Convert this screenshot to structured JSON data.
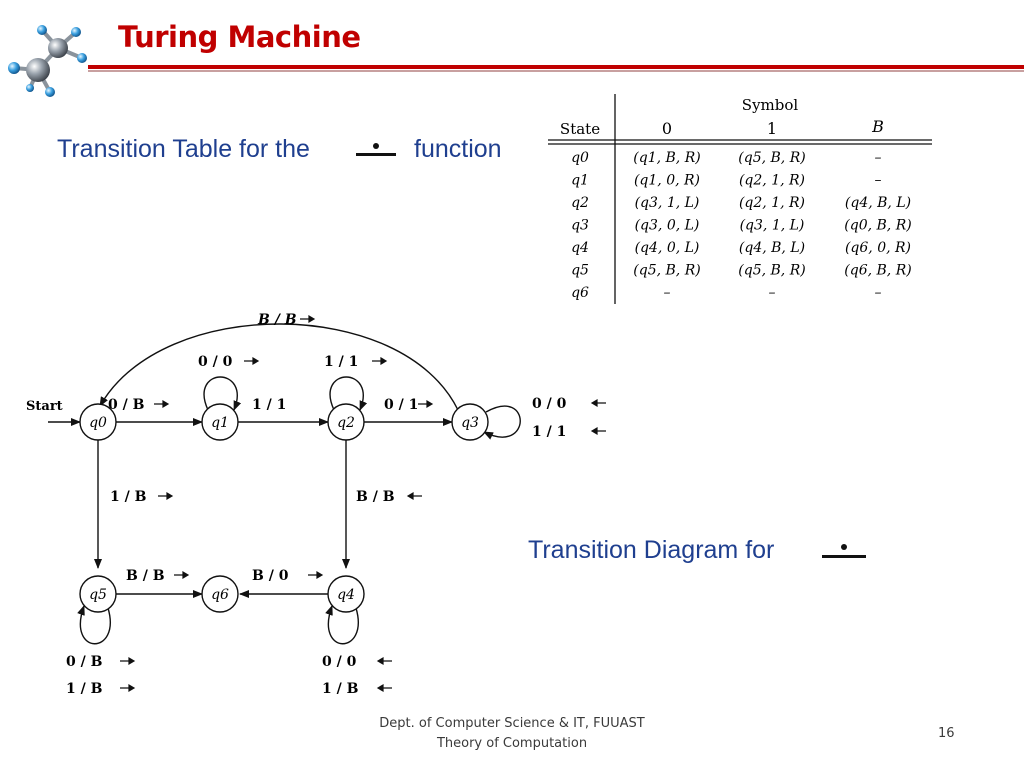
{
  "slide": {
    "title": "Turing Machine",
    "table_caption_prefix": "Transition Table for the",
    "table_caption_suffix": "function",
    "diagram_caption": "Transition Diagram for",
    "footer_line1": "Dept. of Computer Science & IT, FUUAST",
    "footer_line2": "Theory of Computation",
    "page_number": "16",
    "accent_color": "#c00000",
    "caption_color": "#1f3f8f"
  },
  "transition_table": {
    "corner_header": "State",
    "group_header": "Symbol",
    "symbols": [
      "0",
      "1",
      "B"
    ],
    "rows": [
      {
        "state": "q0",
        "cells": [
          "(q1, B, R)",
          "(q5, B, R)",
          "–"
        ]
      },
      {
        "state": "q1",
        "cells": [
          "(q1, 0, R)",
          "(q2, 1, R)",
          "–"
        ]
      },
      {
        "state": "q2",
        "cells": [
          "(q3, 1, L)",
          "(q2, 1, R)",
          "(q4, B, L)"
        ]
      },
      {
        "state": "q3",
        "cells": [
          "(q3, 0, L)",
          "(q3, 1, L)",
          "(q0, B, R)"
        ]
      },
      {
        "state": "q4",
        "cells": [
          "(q4, 0, L)",
          "(q4, B, L)",
          "(q6, 0, R)"
        ]
      },
      {
        "state": "q5",
        "cells": [
          "(q5, B, R)",
          "(q5, B, R)",
          "(q6, B, R)"
        ]
      },
      {
        "state": "q6",
        "cells": [
          "–",
          "–",
          "–"
        ]
      }
    ]
  },
  "transition_diagram": {
    "start_label": "Start",
    "states": [
      "q0",
      "q1",
      "q2",
      "q3",
      "q4",
      "q5",
      "q6"
    ],
    "edges": [
      {
        "from": "q0",
        "to": "q1",
        "label": "0 / B"
      },
      {
        "from": "q1",
        "to": "q1",
        "label": "0 / 0"
      },
      {
        "from": "q1",
        "to": "q2",
        "label": "1 / 1"
      },
      {
        "from": "q2",
        "to": "q2",
        "label": "1 / 1"
      },
      {
        "from": "q2",
        "to": "q3",
        "label": "0 / 1"
      },
      {
        "from": "q3",
        "to": "q3",
        "label": "0 / 0"
      },
      {
        "from": "q3",
        "to": "q3",
        "label": "1 / 1"
      },
      {
        "from": "q3",
        "to": "q0",
        "label": "B / B"
      },
      {
        "from": "q0",
        "to": "q5",
        "label": "1 / B"
      },
      {
        "from": "q2",
        "to": "q4",
        "label": "B / B"
      },
      {
        "from": "q5",
        "to": "q6",
        "label": "B / B"
      },
      {
        "from": "q4",
        "to": "q6",
        "label": "B / 0"
      },
      {
        "from": "q5",
        "to": "q5",
        "label": "0 / B"
      },
      {
        "from": "q5",
        "to": "q5",
        "label": "1 / B"
      },
      {
        "from": "q4",
        "to": "q4",
        "label": "0 / 0"
      },
      {
        "from": "q4",
        "to": "q4",
        "label": "1 / B"
      }
    ]
  }
}
